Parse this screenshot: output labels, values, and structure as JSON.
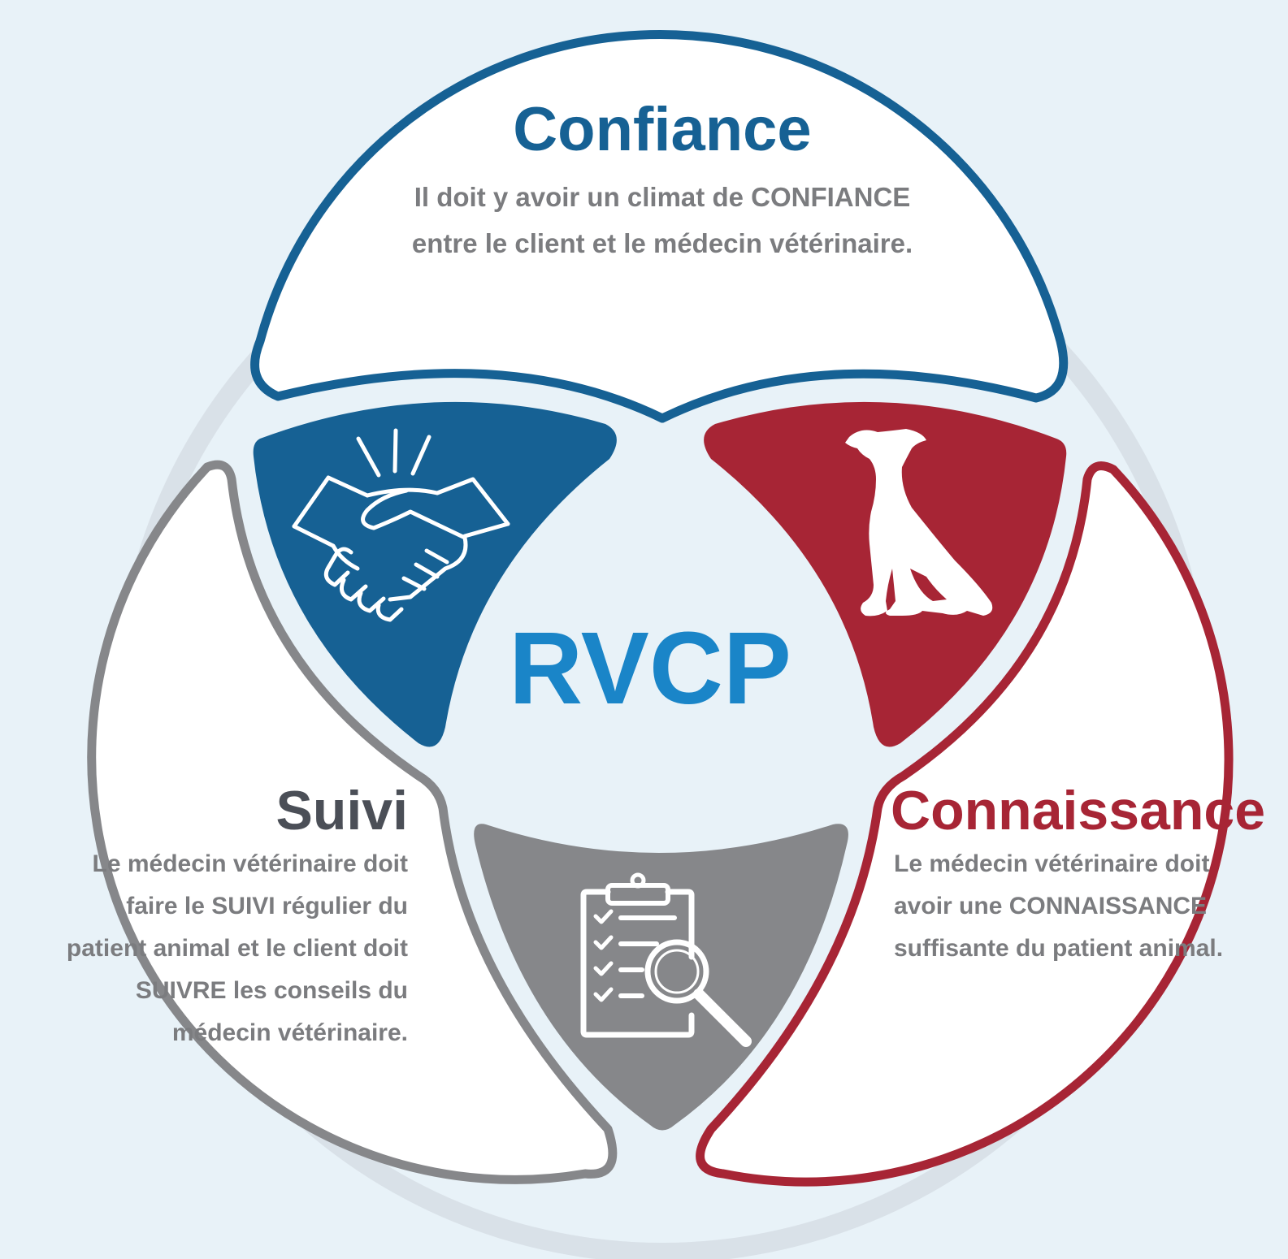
{
  "diagram": {
    "center_label": "RVCP",
    "sections": {
      "confiance": {
        "title": "Confiance",
        "description": "Il doit y avoir un climat de CONFIANCE entre le client et le médecin vétérinaire.",
        "icon": "handshake-icon",
        "color": "#166194"
      },
      "suivi": {
        "title": "Suivi",
        "description": "Le médecin vétérinaire doit faire le SUIVI régulier du patient animal et le client doit SUIVRE les conseils du médecin vétérinaire.",
        "icon": "clipboard-magnifier-icon",
        "color": "#86878a"
      },
      "connaissance": {
        "title": "Connaissance",
        "description": "Le médecin vétérinaire doit avoir une CONNAISSANCE suffisante du patient animal.",
        "icon": "dog-icon",
        "color": "#a72535"
      }
    },
    "colors": {
      "background": "#e8f2f8",
      "ring": "#d9e1e8",
      "center_text": "#1a85c8",
      "body_text": "#7b7c7f"
    }
  }
}
